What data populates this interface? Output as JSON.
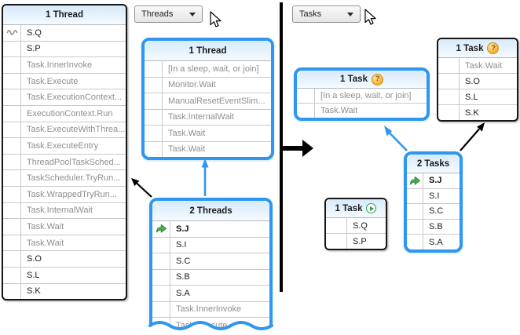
{
  "colors": {
    "accent_blue": "#2f97f1",
    "box_border_black": "#161616",
    "dim_text": "#8f8f8f",
    "normal_text": "#1c1c1c",
    "header_bg": "#d7eafa",
    "green_arrow": "#45b04e",
    "question_badge_orange": "#f8b234",
    "play_badge_green": "#2e9e46"
  },
  "threads_view": {
    "dropdown_label": "Threads",
    "main_panel": {
      "header": "1 Thread",
      "rows": [
        {
          "text": "S.Q",
          "style": "normal",
          "icon": "squiggle"
        },
        {
          "text": "S.P",
          "style": "normal",
          "icon": null
        },
        {
          "text": "Task.InnerInvoke",
          "style": "dim",
          "icon": null
        },
        {
          "text": "Task.Execute",
          "style": "dim",
          "icon": null
        },
        {
          "text": "Task.ExecutionContext...",
          "style": "dim",
          "icon": null
        },
        {
          "text": "ExecutionContext.Run",
          "style": "dim",
          "icon": null
        },
        {
          "text": "Task.ExecuteWithThrea...",
          "style": "dim",
          "icon": null
        },
        {
          "text": "Task.ExecuteEntry",
          "style": "dim",
          "icon": null
        },
        {
          "text": "ThreadPoolTaskSched...",
          "style": "dim",
          "icon": null
        },
        {
          "text": "TaskScheduler.TryRun...",
          "style": "dim",
          "icon": null
        },
        {
          "text": "Task.WrappedTryRun...",
          "style": "dim",
          "icon": null
        },
        {
          "text": "Task.InternalWait",
          "style": "dim",
          "icon": null
        },
        {
          "text": "Task.Wait",
          "style": "dim",
          "icon": null
        },
        {
          "text": "Task.Wait",
          "style": "dim",
          "icon": null
        },
        {
          "text": "S.O",
          "style": "normal",
          "icon": null
        },
        {
          "text": "S.L",
          "style": "normal",
          "icon": null
        },
        {
          "text": "S.K",
          "style": "normal",
          "icon": null
        }
      ]
    },
    "highlighted_thread_box": {
      "header": "1 Thread",
      "rows": [
        {
          "text": "[In a sleep, wait, or join]",
          "style": "dim",
          "icon": null
        },
        {
          "text": "Monitor.Wait",
          "style": "dim",
          "icon": null
        },
        {
          "text": "ManualResetEventSlim...",
          "style": "dim",
          "icon": null
        },
        {
          "text": "Task.InternalWait",
          "style": "dim",
          "icon": null
        },
        {
          "text": "Task.Wait",
          "style": "dim",
          "icon": null
        },
        {
          "text": "Task.Wait",
          "style": "dim",
          "icon": null
        }
      ]
    },
    "two_threads_box": {
      "header": "2 Threads",
      "rows": [
        {
          "text": "S.J",
          "style": "bold",
          "icon": "current-frame-arrow"
        },
        {
          "text": "S.I",
          "style": "normal",
          "icon": null
        },
        {
          "text": "S.C",
          "style": "normal",
          "icon": null
        },
        {
          "text": "S.B",
          "style": "normal",
          "icon": null
        },
        {
          "text": "S.A",
          "style": "normal",
          "icon": null
        },
        {
          "text": "Task.InnerInvoke",
          "style": "dim",
          "icon": null
        },
        {
          "text": "Task.Execute",
          "style": "dim",
          "icon": null
        }
      ]
    }
  },
  "tasks_view": {
    "dropdown_label": "Tasks",
    "highlighted_task_box": {
      "header": "1 Task",
      "badge_glyph": "?",
      "rows": [
        {
          "text": "[In a sleep, wait, or join]",
          "style": "dim",
          "icon": null
        },
        {
          "text": "Task.Wait",
          "style": "dim",
          "icon": null
        }
      ]
    },
    "waiting_task_box": {
      "header": "1 Task",
      "badge_glyph": "?",
      "rows": [
        {
          "text": "Task.Wait",
          "style": "dim",
          "icon": null
        },
        {
          "text": "S.O",
          "style": "normal",
          "icon": null
        },
        {
          "text": "S.L",
          "style": "normal",
          "icon": null
        },
        {
          "text": "S.K",
          "style": "normal",
          "icon": null
        }
      ]
    },
    "two_tasks_box": {
      "header": "2 Tasks",
      "rows": [
        {
          "text": "S.J",
          "style": "bold",
          "icon": "current-frame-arrow"
        },
        {
          "text": "S.I",
          "style": "normal",
          "icon": null
        },
        {
          "text": "S.C",
          "style": "normal",
          "icon": null
        },
        {
          "text": "S.B",
          "style": "normal",
          "icon": null
        },
        {
          "text": "S.A",
          "style": "normal",
          "icon": null
        }
      ]
    },
    "running_task_box": {
      "header": "1 Task",
      "rows": [
        {
          "text": "S.Q",
          "style": "normal",
          "icon": null
        },
        {
          "text": "S.P",
          "style": "normal",
          "icon": null
        }
      ]
    }
  }
}
